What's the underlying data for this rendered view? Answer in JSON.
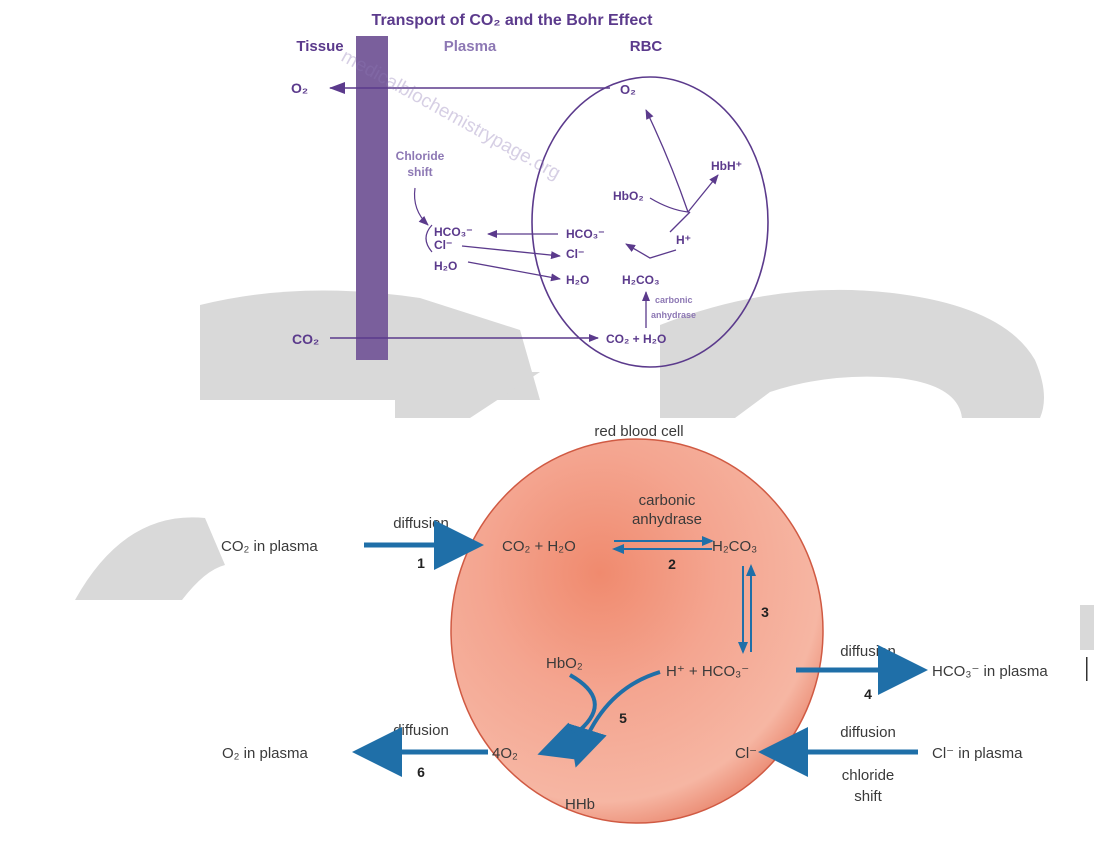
{
  "colors": {
    "purple": "#5b3a8c",
    "light_purple": "#8d78b4",
    "tissue_bar": "#7a5f9c",
    "watermark_gray": "#d9d9d9",
    "arrow_blue": "#1f6fa8",
    "rbc_fill": "#f2a58f",
    "rbc_stroke": "#cf4f3a"
  },
  "top_diagram": {
    "title": "Transport of CO₂ and the Bohr Effect",
    "tissue_label": "Tissue",
    "plasma_label": "Plasma",
    "rbc_label": "RBC",
    "o2_tissue": "O₂",
    "co2_tissue": "CO₂",
    "chloride_shift": [
      "Chloride",
      "shift"
    ],
    "plasma_hco3": "HCO₃⁻",
    "plasma_cl": "Cl⁻",
    "plasma_h2o": "H₂O",
    "rbc_o2": "O₂",
    "rbc_hbh": "HbH⁺",
    "rbc_hbo2": "HbO₂",
    "rbc_h": "H⁺",
    "rbc_hco3": "HCO₃⁻",
    "rbc_cl": "Cl⁻",
    "rbc_h2o": "H₂O",
    "rbc_h2co3": "H₂CO₃",
    "carbonic_anhydrase": [
      "carbonic",
      "anhydrase"
    ],
    "rbc_co2_h2o": "CO₂ + H₂O",
    "watermark": "medicalbiochemistrypage.org"
  },
  "bottom_diagram": {
    "title": "red blood cell",
    "co2_plasma": "CO₂ in plasma",
    "diffusion_1": "diffusion",
    "step_1": "1",
    "co2_h2o": "CO₂ + H₂O",
    "carbonic": "carbonic",
    "anhydrase": "anhydrase",
    "step_2": "2",
    "h2co3": "H₂CO₃",
    "step_3": "3",
    "h_hco3": "H⁺ + HCO₃⁻",
    "diffusion_4": "diffusion",
    "hco3_plasma": "HCO₃⁻ in plasma",
    "step_4": "4",
    "hbo2": "HbO₂",
    "step_5": "5",
    "hhb": "HHb",
    "o2_4": "4O₂",
    "diffusion_6": "diffusion",
    "o2_plasma": "O₂ in plasma",
    "step_6": "6",
    "cl_rbc": "Cl⁻",
    "diffusion_cl": "diffusion",
    "cl_plasma": "Cl⁻ in plasma",
    "chloride": "chloride",
    "shift": "shift"
  }
}
